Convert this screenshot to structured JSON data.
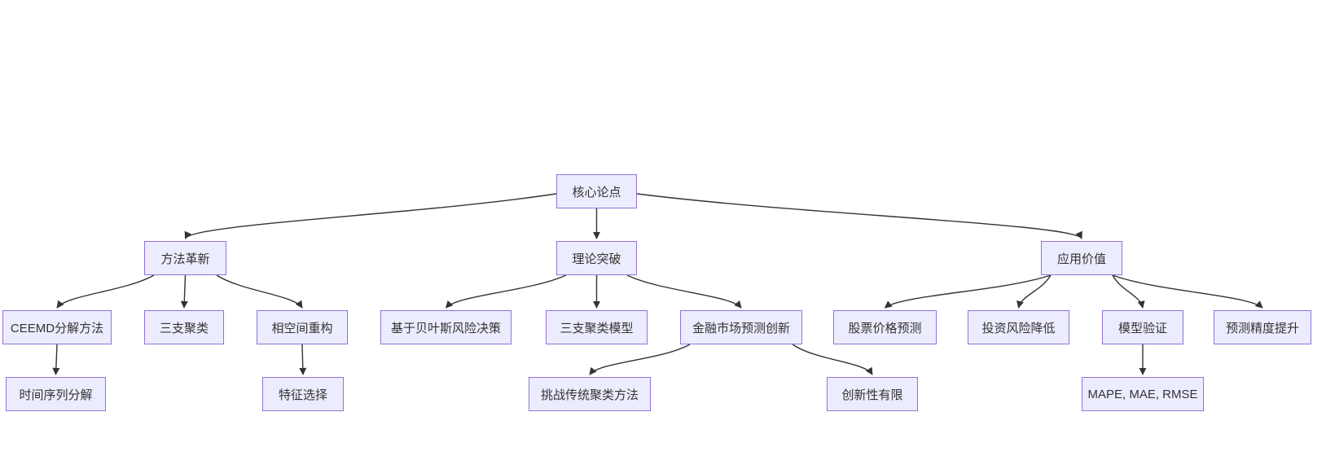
{
  "diagram": {
    "type": "flowchart",
    "direction": "top-down",
    "background_color": "#ffffff",
    "node_fill_color": "#ECECFF",
    "node_border_color": "#9370DB",
    "edge_color": "#333333",
    "text_color": "#333333",
    "nodes": [
      {
        "id": "core",
        "label": "核心论点",
        "level": 1
      },
      {
        "id": "method",
        "label": "方法革新",
        "level": 2
      },
      {
        "id": "theory",
        "label": "理论突破",
        "level": 2
      },
      {
        "id": "application",
        "label": "应用价值",
        "level": 2
      },
      {
        "id": "ceemd",
        "label": "CEEMD分解方法",
        "level": 3
      },
      {
        "id": "twc",
        "label": "三支聚类",
        "level": 3
      },
      {
        "id": "phase",
        "label": "相空间重构",
        "level": 3
      },
      {
        "id": "bayes",
        "label": "基于贝叶斯风险决策",
        "level": 3
      },
      {
        "id": "twcmodel",
        "label": "三支聚类模型",
        "level": 3
      },
      {
        "id": "fininnov",
        "label": "金融市场预测创新",
        "level": 3
      },
      {
        "id": "stock",
        "label": "股票价格预测",
        "level": 3
      },
      {
        "id": "risk",
        "label": "投资风险降低",
        "level": 3
      },
      {
        "id": "validation",
        "label": "模型验证",
        "level": 3
      },
      {
        "id": "accuracy",
        "label": "预测精度提升",
        "level": 3
      },
      {
        "id": "timeseries",
        "label": "时间序列分解",
        "level": 4
      },
      {
        "id": "feature",
        "label": "特征选择",
        "level": 4
      },
      {
        "id": "challenge",
        "label": "挑战传统聚类方法",
        "level": 4
      },
      {
        "id": "limited",
        "label": "创新性有限",
        "level": 4
      },
      {
        "id": "metrics",
        "label": "MAPE, MAE, RMSE",
        "level": 4
      }
    ],
    "edges": [
      {
        "from": "core",
        "to": "method"
      },
      {
        "from": "core",
        "to": "theory"
      },
      {
        "from": "core",
        "to": "application"
      },
      {
        "from": "method",
        "to": "ceemd"
      },
      {
        "from": "method",
        "to": "twc"
      },
      {
        "from": "method",
        "to": "phase"
      },
      {
        "from": "theory",
        "to": "bayes"
      },
      {
        "from": "theory",
        "to": "twcmodel"
      },
      {
        "from": "theory",
        "to": "fininnov"
      },
      {
        "from": "application",
        "to": "stock"
      },
      {
        "from": "application",
        "to": "risk"
      },
      {
        "from": "application",
        "to": "validation"
      },
      {
        "from": "application",
        "to": "accuracy"
      },
      {
        "from": "ceemd",
        "to": "timeseries"
      },
      {
        "from": "phase",
        "to": "feature"
      },
      {
        "from": "fininnov",
        "to": "challenge"
      },
      {
        "from": "fininnov",
        "to": "limited"
      },
      {
        "from": "validation",
        "to": "metrics"
      }
    ]
  }
}
